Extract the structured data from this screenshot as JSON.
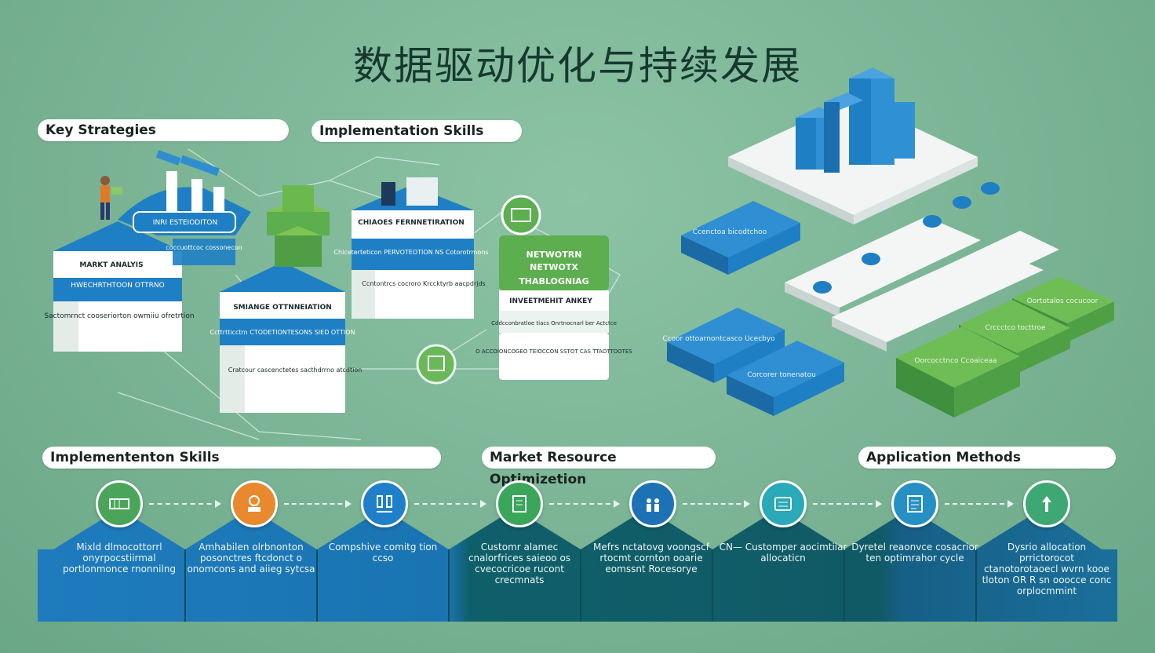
{
  "title": "数据驱动优化与持续发展",
  "headers": {
    "key_strategies": "Key Strategies",
    "implementation_skills_top": "Implementation Skills",
    "implementation_skills_bottom": "Implemententon Skills",
    "market_resource": "Market Resource Optimizetion",
    "application_methods": "Application Methods"
  },
  "cards": {
    "market_analysis": {
      "top": "MARKT ANALYIS",
      "blue": "HWECHRTHTOON OTTRNO",
      "white": "Sactomrnct cooseriorton owmiiu ofretrtion"
    },
    "rate_station": "INRI ESTEIODITON",
    "customer_seg": "coccuottcoc cossonecon",
    "finance_opt": {
      "top": "SMIANGE OTTNNEIATION",
      "blue": "Ccttrtticctrn CTODETIONTESONS SIED OTTION",
      "white": "Cratcour cascenctetes sacthdrrno atcdtion"
    },
    "channel_form": {
      "top": "CHIAOES FERNNETIRATION",
      "blue": "Chiceterteticon PERVOTEOTION NS Cotorotrmons",
      "white": "Ccntontrcs cocroro Krccktyrb aacpdrjds"
    },
    "investment": {
      "top1": "NETWOTRN",
      "top2": "NETWOTX",
      "top3": "THABLOGNIAG",
      "mid": "INVEETMEHIT ANKEY",
      "white1": "Cddcconbratloe tiacs Onrtnocnarl ber Actctce",
      "white2": "O ACCOIONCOGEO TEIOCCON SSTOT CAS TTAOTTOOTES"
    },
    "blue_block_1": "Ccenctoa bicodtchoo",
    "blue_block_2": "Ccoor ottoarnontcasco Ucecbyo",
    "blue_block_3": "Corcorer tonenatou",
    "green_block_1": "Oortotalos cocucoor",
    "green_block_2": "Crccctco tocttroe",
    "green_block_3": "Oorcocctnco Ccoaiceaa"
  },
  "stages": [
    {
      "text": "Mixld dlmocottorrl onyrpocstiirmal portlonmonce rnonnilng",
      "color": "#4aa55a"
    },
    {
      "text": "Amhabilen olrbnonton posonctres ftcdonct o onomcons and aiieg sytcsa",
      "color": "#e8892d"
    },
    {
      "text": "Compshive comitg tion ccso",
      "color": "#1f80c9"
    },
    {
      "text": "Customr alamec cnalorfrices saieoo os cvecocricoe rucont crecmnats",
      "color": "#3aa65a"
    },
    {
      "text": "Mefrs nctatovg voongscf rtocmt cornton ooarie eomssnt Rocesorye",
      "color": "#1c72b5"
    },
    {
      "text": "CN— Customper aocimtiiar allocaticn",
      "color": "#2aa9b8"
    },
    {
      "text": "Dyretel reaonvce cosacrior ten optimrahor cycle",
      "color": "#2690c4"
    },
    {
      "text": "Dysrio allocation prrictorocot ctanotorotaoecl wvrn kooe tloton OR R sn ooocce conc orplocmmint",
      "color": "#3ea874"
    }
  ],
  "colors": {
    "background": "#7fb89a",
    "blue": "#1f7fc4",
    "green": "#5cae4e",
    "band_blue": "#1e7bbd",
    "band_teal": "#0f5f6a"
  }
}
